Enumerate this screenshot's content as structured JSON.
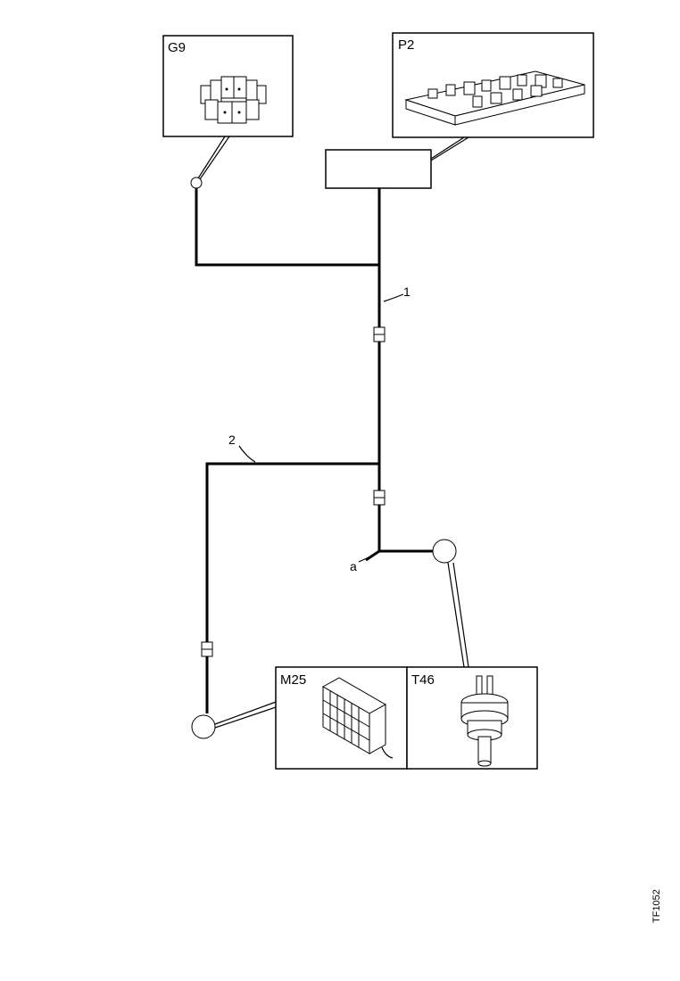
{
  "components": {
    "g9": {
      "label": "G9",
      "icon": "battery-icon"
    },
    "p2": {
      "label": "P2",
      "icon": "control-unit-icon"
    },
    "m25": {
      "label": "M25",
      "icon": "cooler-icon"
    },
    "t46": {
      "label": "T46",
      "icon": "temperature-sensor-icon"
    }
  },
  "callouts": {
    "cable_1": "1",
    "cable_2": "2",
    "point_a": "a"
  },
  "figure_code": "TF1052"
}
